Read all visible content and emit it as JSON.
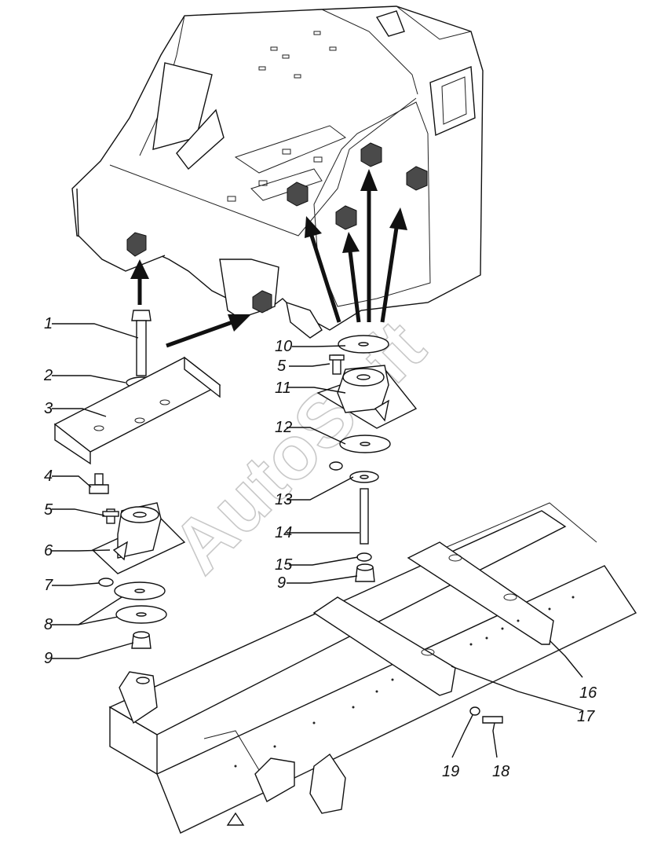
{
  "watermark": "AutoSoft",
  "callouts": [
    {
      "id": "c1",
      "text": "1"
    },
    {
      "id": "c2",
      "text": "2"
    },
    {
      "id": "c3",
      "text": "3"
    },
    {
      "id": "c4",
      "text": "4"
    },
    {
      "id": "c5a",
      "text": "5"
    },
    {
      "id": "c6",
      "text": "6"
    },
    {
      "id": "c7",
      "text": "7"
    },
    {
      "id": "c8",
      "text": "8"
    },
    {
      "id": "c9a",
      "text": "9"
    },
    {
      "id": "c10",
      "text": "10"
    },
    {
      "id": "c5b",
      "text": "5"
    },
    {
      "id": "c11",
      "text": "11"
    },
    {
      "id": "c12",
      "text": "12"
    },
    {
      "id": "c13",
      "text": "13"
    },
    {
      "id": "c14",
      "text": "14"
    },
    {
      "id": "c15",
      "text": "15"
    },
    {
      "id": "c9b",
      "text": "9"
    },
    {
      "id": "c16",
      "text": "16"
    },
    {
      "id": "c17",
      "text": "17"
    },
    {
      "id": "c18",
      "text": "18"
    },
    {
      "id": "c19",
      "text": "19"
    }
  ]
}
